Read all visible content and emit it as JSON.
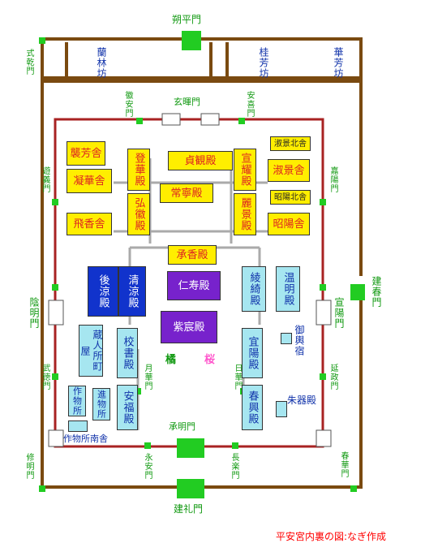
{
  "title": "平安宮内裏の図:なぎ作成",
  "outer_gates": {
    "north": "朔平門",
    "south": "建礼門",
    "east": "建春門",
    "west_upper": "式乾門",
    "west_lower": "修明門",
    "east_lower": "春華門"
  },
  "inner_gates": {
    "north": "玄暉門",
    "south": "承明門",
    "north_west": "徽安門",
    "north_east": "安喜門",
    "west1": "遊義門",
    "west2": "陰明門",
    "west3": "武徳門",
    "east1": "嘉陽門",
    "east2": "宣陽門",
    "east3": "延政門",
    "south_west": "永安門",
    "south_east": "長楽門",
    "mid_west": "月華門",
    "mid_east": "日華門"
  },
  "northern_quarters": {
    "left": "蘭林坊",
    "mid": "桂芳坊",
    "right": "華芳坊"
  },
  "halls": {
    "shuhosha": "襲芳舎",
    "gyokasha": "凝華舎",
    "hikyosha": "飛香舎",
    "tokaden": "登華殿",
    "kokiden": "弘徽殿",
    "jokanden": "貞観殿",
    "joneiden": "常寧殿",
    "senyoden": "宣耀殿",
    "reikeiden": "麗景殿",
    "shukei_hokusha": "淑景北舎",
    "shigeisha": "淑景舎",
    "shoyo_hokusha": "昭陽北舎",
    "shoyosha": "昭陽舎",
    "kokyoden": "承香殿",
    "jijuden": "仁寿殿",
    "shishinden": "紫宸殿",
    "koryoden": "後涼殿",
    "seiryoden": "清涼殿",
    "ryokiden": "綾綺殿",
    "unmeiden": "温明殿",
    "kurodo": "蔵人所町屋",
    "kyoshoden": "校書殿",
    "anpukuden": "安福殿",
    "sakumotsu": "作物所",
    "shinmotsu": "進物所",
    "sakumotsu_south": "作物所南舎",
    "gyoyoden": "宜陽殿",
    "shunkoden": "春興殿",
    "gyoeshuku": "御輿宿",
    "shukiden": "朱器殿"
  },
  "trees": {
    "left": "橘",
    "right": "桜"
  },
  "colors": {
    "wall": "#7a4a10",
    "inner_wall": "#a82222",
    "gate": "#22cc22"
  }
}
